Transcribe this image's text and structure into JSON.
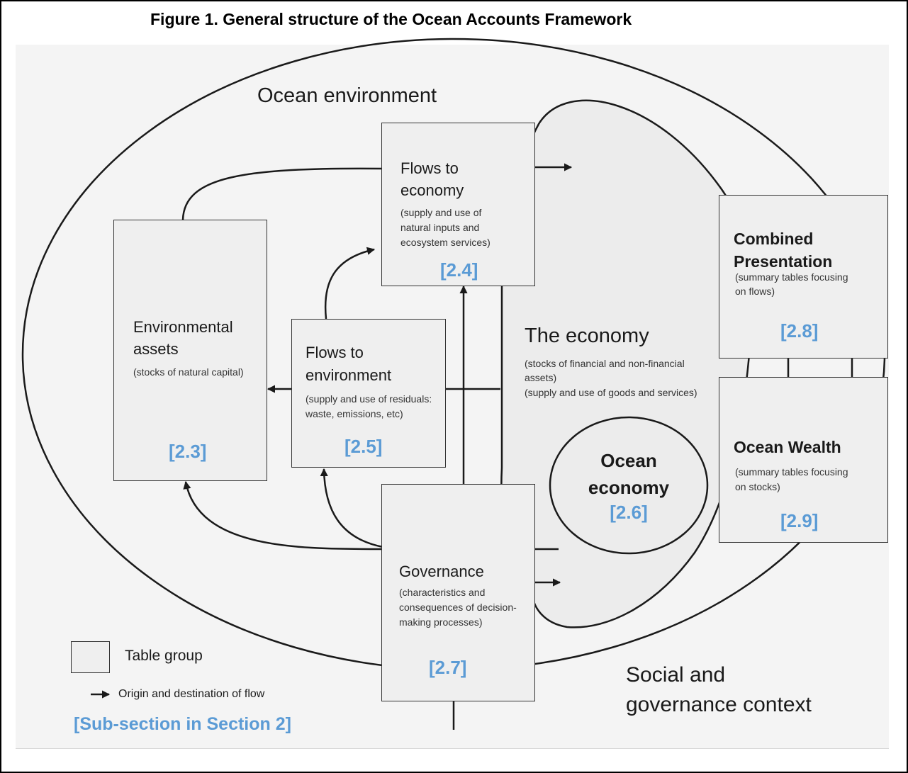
{
  "figure_title": "Figure 1. General structure of the Ocean Accounts Framework",
  "regions": {
    "ocean_environment": "Ocean environment",
    "the_economy": {
      "title": "The economy",
      "desc_line1": "(stocks of financial and non-financial",
      "desc_line2": "assets)",
      "desc_line3": "(supply and use of goods and services)"
    },
    "social_context_line1": "Social and",
    "social_context_line2": "governance context"
  },
  "boxes": {
    "flows_to_economy": {
      "title_line1": "Flows to",
      "title_line2": "economy",
      "desc_line1": "(supply and use of",
      "desc_line2": "natural inputs and",
      "desc_line3": "ecosystem services)",
      "ref": "[2.4]"
    },
    "environmental_assets": {
      "title_line1": "Environmental",
      "title_line2": "assets",
      "desc": "(stocks of natural capital)",
      "ref": "[2.3]"
    },
    "flows_to_environment": {
      "title_line1": "Flows to",
      "title_line2": "environment",
      "desc_line1": "(supply and use of residuals:",
      "desc_line2": "waste, emissions, etc)",
      "ref": "[2.5]"
    },
    "combined_presentation": {
      "title_line1": "Combined",
      "title_line2": "Presentation",
      "desc_line1": "(summary tables focusing",
      "desc_line2": "on flows)",
      "ref": "[2.8]"
    },
    "ocean_wealth": {
      "title": "Ocean Wealth",
      "desc_line1": "(summary tables focusing",
      "desc_line2": "on stocks)",
      "ref": "[2.9]"
    },
    "governance": {
      "title": "Governance",
      "desc_line1": "(characteristics and",
      "desc_line2": "consequences of decision-",
      "desc_line3": "making processes)",
      "ref": "[2.7]"
    }
  },
  "ocean_economy": {
    "title_line1": "Ocean",
    "title_line2": "economy",
    "ref": "[2.6]"
  },
  "legend": {
    "table_group": "Table group",
    "flow": "Origin and destination of flow",
    "subsection": "[Sub-section in Section 2]"
  },
  "colors": {
    "ref_blue": "#5b9bd5",
    "box_fill": "#efefef",
    "panel_bg": "#f4f4f4",
    "economy_fill": "#ececec",
    "line": "#1a1a1a"
  }
}
